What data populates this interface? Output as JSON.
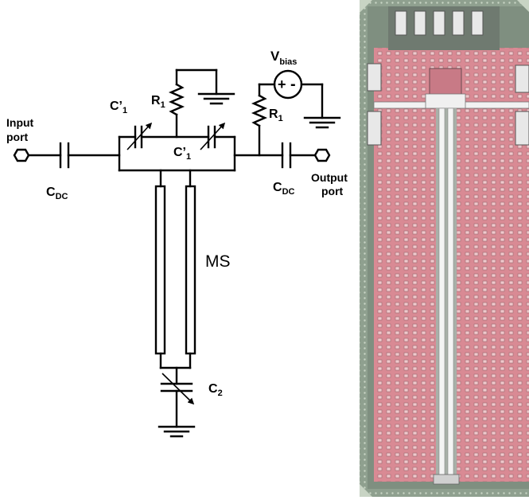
{
  "schematic": {
    "input_port": [
      "Input",
      "port"
    ],
    "output_port": [
      "Output",
      "port"
    ],
    "cdc_left": {
      "main": "C",
      "sub": "DC"
    },
    "cdc_right": {
      "main": "C",
      "sub": "DC"
    },
    "c1_left": {
      "main": "C’",
      "sub": "1"
    },
    "c1_right": {
      "main": "C’",
      "sub": "1"
    },
    "r1_left": {
      "main": "R",
      "sub": "1"
    },
    "r1_right": {
      "main": "R",
      "sub": "1"
    },
    "vbias": {
      "main": "V",
      "sub": "bias"
    },
    "ms": "MS",
    "c2": {
      "main": "C",
      "sub": "2"
    },
    "source_plus": "+",
    "source_minus": "-"
  },
  "colors": {
    "background": "#ffffff",
    "line": "#000000",
    "chip_base": "#d98a94",
    "chip_frame": "#8a9a8c",
    "chip_pad": "#e8e8e8",
    "chip_line": "#f4f4f4"
  }
}
